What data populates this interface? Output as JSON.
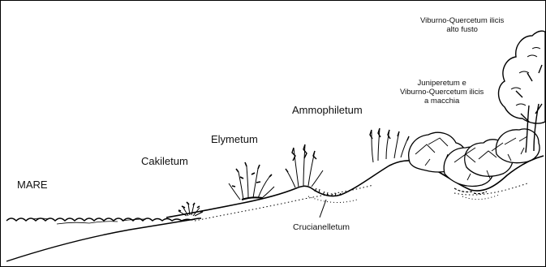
{
  "labels": {
    "mare": "MARE",
    "cakiletum": "Cakiletum",
    "elymetum": "Elymetum",
    "ammophiletum": "Ammophiletum",
    "crucianelletum": "Crucianelletum",
    "juniperetum_line1": "Juniperetum e",
    "juniperetum_line2": "Viburno-Quercetum ilicis",
    "juniperetum_line3": "a macchia",
    "viburno_line1": "Viburno-Quercetum ilicis",
    "viburno_line2": "alto fusto"
  }
}
